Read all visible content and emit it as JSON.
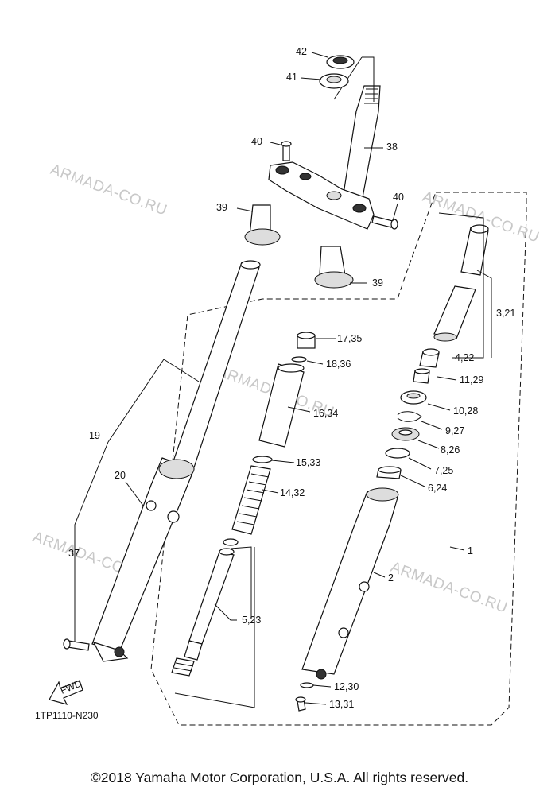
{
  "watermarks": [
    "ARMADA-CO.RU",
    "ARMADA-CO.RU",
    "ARMADA-CO.RU",
    "ARMADA-CO.RU",
    "ARMADA-CO.RU"
  ],
  "labels": {
    "p42": "42",
    "p41": "41",
    "p40a": "40",
    "p38": "38",
    "p40b": "40",
    "p39a": "39",
    "p39b": "39",
    "p17": "17,35",
    "p18": "18,36",
    "p16": "16,34",
    "p15": "15,33",
    "p14": "14,32",
    "p5": "5,23",
    "p3": "3,21",
    "p4": "4,22",
    "p11": "11,29",
    "p10": "10,28",
    "p9": "9,27",
    "p8": "8,26",
    "p7": "7,25",
    "p6": "6,24",
    "p1": "1",
    "p2": "2",
    "p19": "19",
    "p20": "20",
    "p37": "37",
    "p12": "12,30",
    "p13": "13,31"
  },
  "fwd_label": "FWD",
  "diagram_code": "1TP1110-N230",
  "copyright": "©2018 Yamaha Motor Corporation, U.S.A. All rights reserved."
}
